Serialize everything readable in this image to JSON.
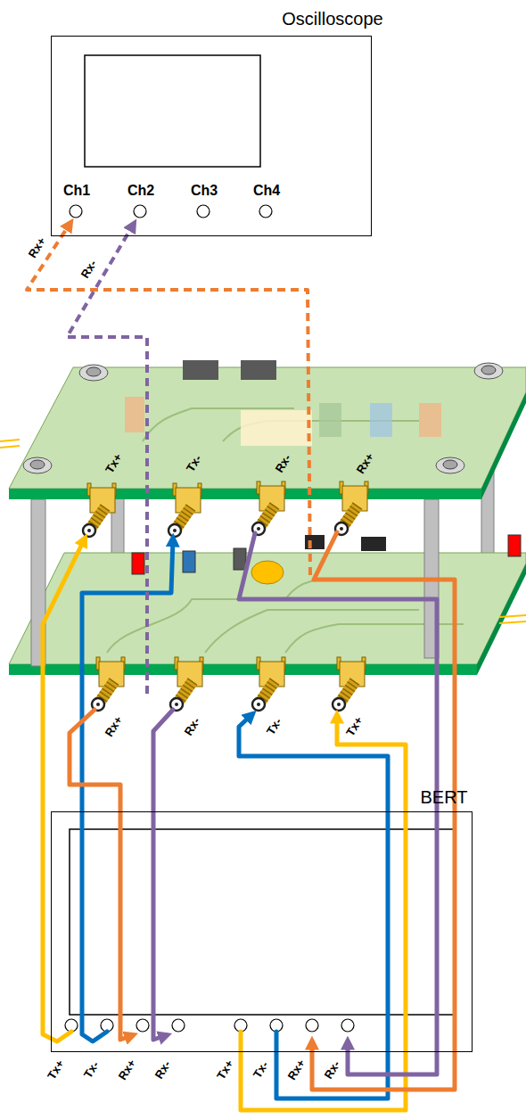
{
  "diagram": {
    "nodes": [
      {
        "text": [
          "Oscilloscope",
          "Ch1",
          "Ch2",
          "Ch3",
          "Ch4"
        ]
      },
      {
        "text": [
          "BERT"
        ]
      }
    ],
    "labels": [
      "Rx+",
      "Rx-",
      "Tx+",
      "Tx-",
      "Rx-",
      "Rx+",
      "Rx+",
      "Rx-",
      "Tx-",
      "Tx+",
      "Tx+",
      "Tx-",
      "Rx+",
      "Rx-",
      "Tx+",
      "Tx-",
      "Rx+",
      "Rx-"
    ]
  }
}
